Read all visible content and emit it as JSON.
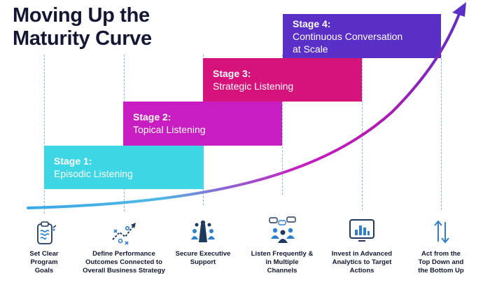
{
  "title": {
    "line1": "Moving Up the",
    "line2": "Maturity Curve"
  },
  "stages": [
    {
      "name": "Stage 1:",
      "desc_lines": [
        "Episodic Listening"
      ],
      "color": "#3dd6e4"
    },
    {
      "name": "Stage 2:",
      "desc_lines": [
        "Topical Listening"
      ],
      "color": "#c81ec1"
    },
    {
      "name": "Stage 3:",
      "desc_lines": [
        "Strategic Listening"
      ],
      "color": "#d6137a"
    },
    {
      "name": "Stage 4:",
      "desc_lines": [
        "Continuous Conversation",
        "at Scale"
      ],
      "color": "#5a2fc7"
    }
  ],
  "steps": [
    {
      "icon": "clipboard-icon",
      "lines": [
        "Set Clear",
        "Program",
        "Goals"
      ]
    },
    {
      "icon": "strategy-arrow-icon",
      "lines": [
        "Define Performance",
        "Outcomes Connected to",
        "Overall Business Strategy"
      ]
    },
    {
      "icon": "executive-team-icon",
      "lines": [
        "Secure Executive",
        "Support"
      ]
    },
    {
      "icon": "people-chat-icon",
      "lines": [
        "Listen Frequently &",
        "in Multiple",
        "Channels"
      ]
    },
    {
      "icon": "analytics-monitor-icon",
      "lines": [
        "Invest in Advanced",
        "Analytics to Target",
        "Actions"
      ]
    },
    {
      "icon": "up-down-arrows-icon",
      "lines": [
        "Act from the",
        "Top Down and",
        "the Bottom Up"
      ]
    }
  ],
  "colors": {
    "title": "#141733",
    "icon_navy": "#1e3a5f",
    "icon_blue": "#2f7fd0",
    "dash_line": "#8fb6d6",
    "curve_start": "#3aa7e8",
    "curve_mid": "#c81ec1",
    "curve_end": "#5a2fc7"
  }
}
